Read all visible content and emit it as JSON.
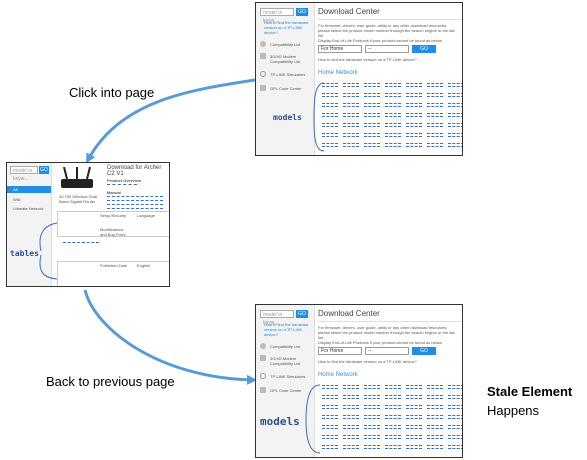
{
  "captions": {
    "click_into_page": "Click into page",
    "back_to_previous": "Back to previous page",
    "stale_element": "Stale Element",
    "happens": "Happens"
  },
  "download_center": {
    "title": "Download Center",
    "search_placeholder": "model or keyw...",
    "go_label": "GO",
    "sidebar_links": [
      "How to find the hardware version on a TP-LINK device?"
    ],
    "sidebar_items": [
      "Compatibility List",
      "3G/4G Modem Compatibility List",
      "TP-LINK Simulators",
      "GPL Code Center"
    ],
    "intro_text": "For firmware, drivers, user guide, utility or any other download resources, please select the product model number through the search engine or the tab list.",
    "eol_option": "Display End-of-Life Products if your product cannot be found as below",
    "select_value": "For Home",
    "select2_value": "--",
    "go_button": "GO",
    "hardware_link": "How to find the hardware version on a TP-LINK device?",
    "section_title": "Home Network",
    "models_label": "models"
  },
  "product_page": {
    "title": "Download for Archer C2 V1",
    "search_placeholder": "model or keyw...",
    "go_label": "GO",
    "menu": [
      "All",
      "Wiki",
      "Ultimate Network"
    ],
    "product_name": "AC750 Wireless Dual Band Gigabit Router",
    "section1": "Product Overview",
    "section2": "Manual",
    "row_label1": "Setup/Security",
    "row_label2": "Modifications and Bug Fixes",
    "row_label3": "Published Date",
    "col_language": "Language",
    "col_english": "English",
    "tables_label": "tables"
  }
}
